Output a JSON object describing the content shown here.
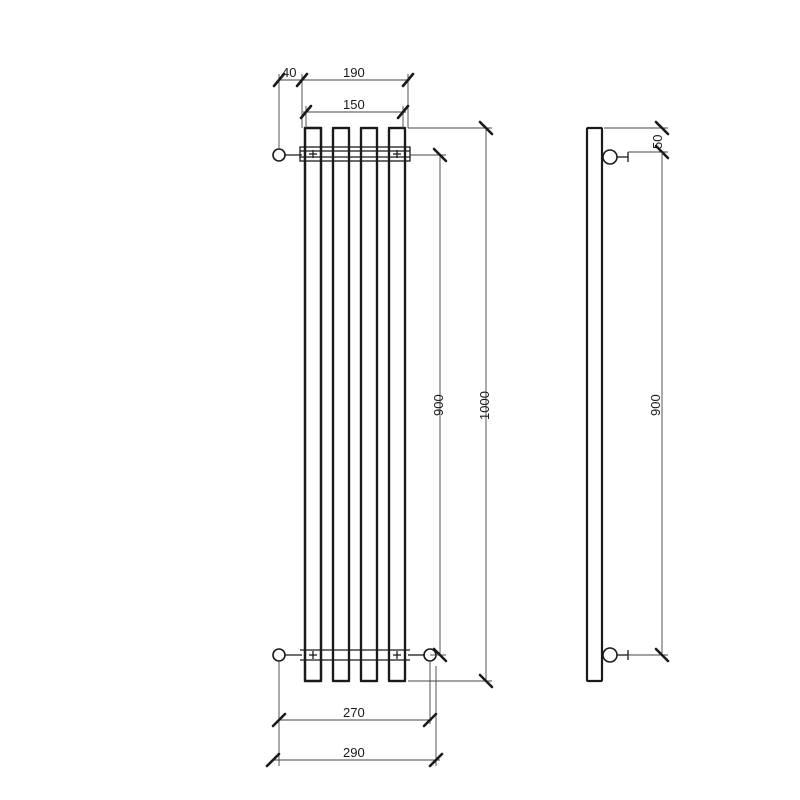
{
  "dimensions": {
    "offset_40": "40",
    "width_190": "190",
    "width_150": "150",
    "height_900_front": "900",
    "height_1000": "1000",
    "width_270": "270",
    "width_290": "290",
    "depth_50": "50",
    "height_900_side": "900"
  }
}
